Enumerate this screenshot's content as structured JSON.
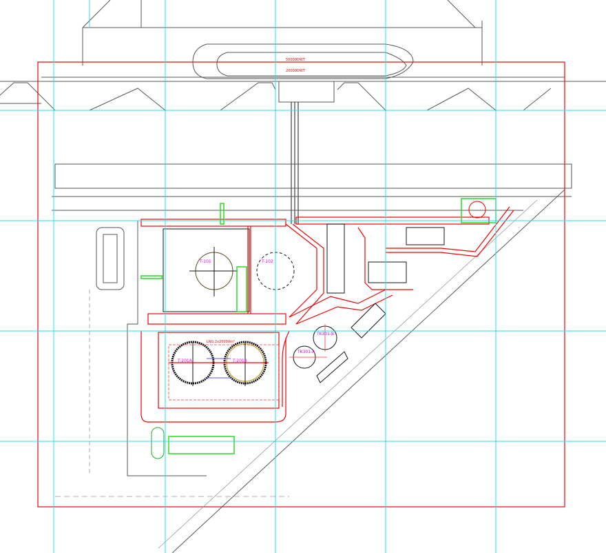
{
  "drawing": {
    "berth_labels": [
      "50000DWT",
      "20000DWT"
    ],
    "tanks": [
      {
        "id": "T-101"
      },
      {
        "id": "T-102"
      },
      {
        "id": "T-201A"
      },
      {
        "id": "T-201B"
      },
      {
        "id": "TK301-B"
      },
      {
        "id": "TK301-A"
      }
    ],
    "tank_area_label": "LNG 2x20000m³",
    "colors": {
      "grid": "#22e0e8",
      "pipes": "#ee0000",
      "equipment": "#22dd22",
      "base": "#555555"
    }
  }
}
